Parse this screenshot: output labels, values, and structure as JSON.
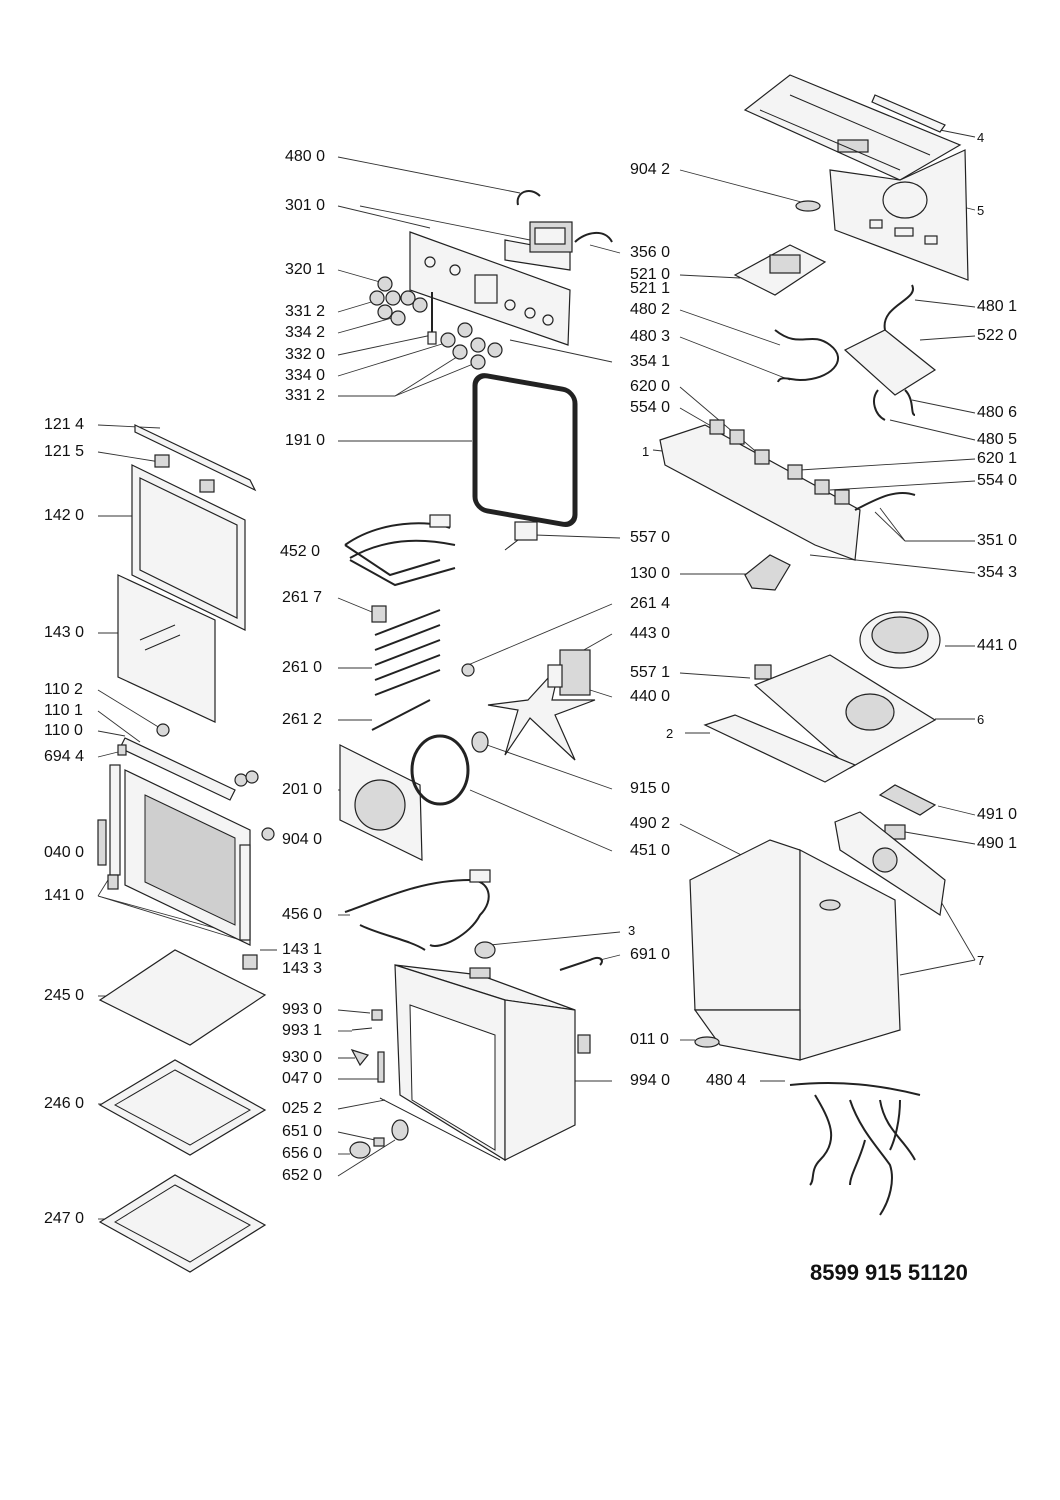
{
  "document_number": "8599 915 51120",
  "labels": {
    "l4800": "480 0",
    "l3010": "301 0",
    "l3201": "320 1",
    "l3312a": "331 2",
    "l3342": "334 2",
    "l3320": "332 0",
    "l3340": "334 0",
    "l3312b": "331 2",
    "l1910": "191 0",
    "l4520": "452 0",
    "l2617": "261 7",
    "l2610": "261 0",
    "l2612": "261 2",
    "l2010": "201 0",
    "l9040": "904 0",
    "l4560": "456 0",
    "l9930": "993 0",
    "l9931": "993 1",
    "l9300": "930 0",
    "l0470": "047 0",
    "l0252": "025 2",
    "l6510": "651 0",
    "l6560": "656 0",
    "l6520": "652 0",
    "l1214": "121 4",
    "l1215": "121 5",
    "l1420": "142 0",
    "l1430": "143 0",
    "l1102": "110 2",
    "l1101": "110 1",
    "l1100": "110 0",
    "l6944": "694 4",
    "l0400": "040 0",
    "l1410": "141 0",
    "l1431": "143 1",
    "l1433": "143 3",
    "l2450": "245 0",
    "l2460": "246 0",
    "l2470": "247 0",
    "l9042": "904 2",
    "l3560": "356 0",
    "l5210": "521 0",
    "l5211": "521 1",
    "l4802": "480 2",
    "l4803": "480 3",
    "l3541": "354 1",
    "l6200": "620 0",
    "l5540": "554 0",
    "l4801": "480 1",
    "l5220": "522 0",
    "l4806": "480 6",
    "l4805": "480 5",
    "l6201": "620 1",
    "l5540b": "554 0",
    "l3510": "351 0",
    "l5570": "557 0",
    "l1300": "130 0",
    "l3543": "354 3",
    "l2614": "261 4",
    "l4430": "443 0",
    "l4410": "441 0",
    "l5571": "557 1",
    "l4400": "440 0",
    "l9150": "915 0",
    "l4510": "451 0",
    "l4910": "491 0",
    "l4902": "490 2",
    "l4901": "490 1",
    "l6910": "691 0",
    "l0110": "011 0",
    "l9940": "994 0",
    "l4804": "480 4",
    "n1": "1",
    "n2": "2",
    "n3": "3",
    "n4": "4",
    "n5": "5",
    "n6": "6",
    "n7": "7"
  }
}
